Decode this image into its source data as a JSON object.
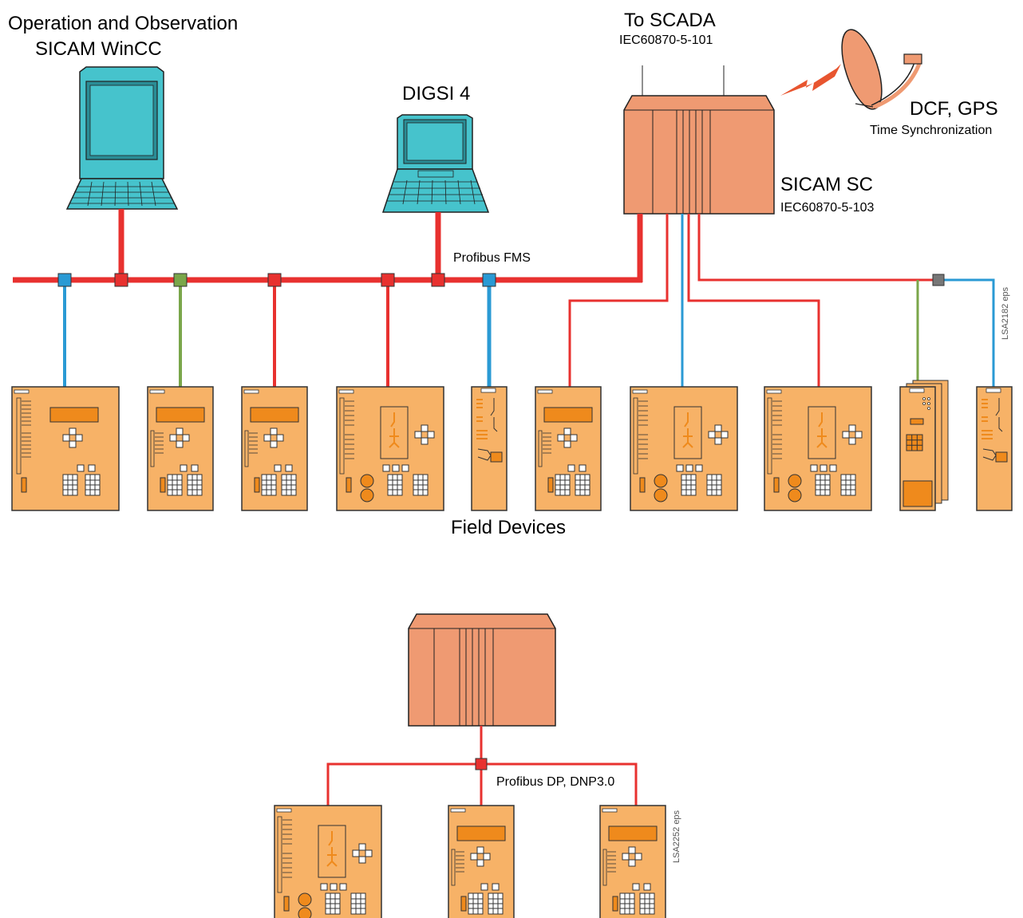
{
  "labels": {
    "operation_title": "Operation and Observation",
    "operation_subtitle": "SICAM WinCC",
    "digsi": "DIGSI 4",
    "to_scada": "To SCADA",
    "scada_protocol": "IEC60870-5-101",
    "dcf_gps": "DCF, GPS",
    "time_sync": "Time Synchronization",
    "sicam_sc": "SICAM SC",
    "sicam_protocol": "IEC60870-5-103",
    "profibus_fms": "Profibus FMS",
    "field_devices": "Field Devices",
    "profibus_dp": "Profibus DP, DNP3.0",
    "ref_top": "LSA2182 eps",
    "ref_bottom": "LSA2252 eps"
  },
  "colors": {
    "bus_red": "#e8312f",
    "link_blue": "#2a9ad4",
    "link_green": "#7aa64a",
    "device_orange": "#f7b267",
    "device_dark_orange": "#ef8a1c",
    "controller_salmon": "#ef9a72",
    "computer_teal": "#46c3cc",
    "node_gray": "#777777"
  }
}
